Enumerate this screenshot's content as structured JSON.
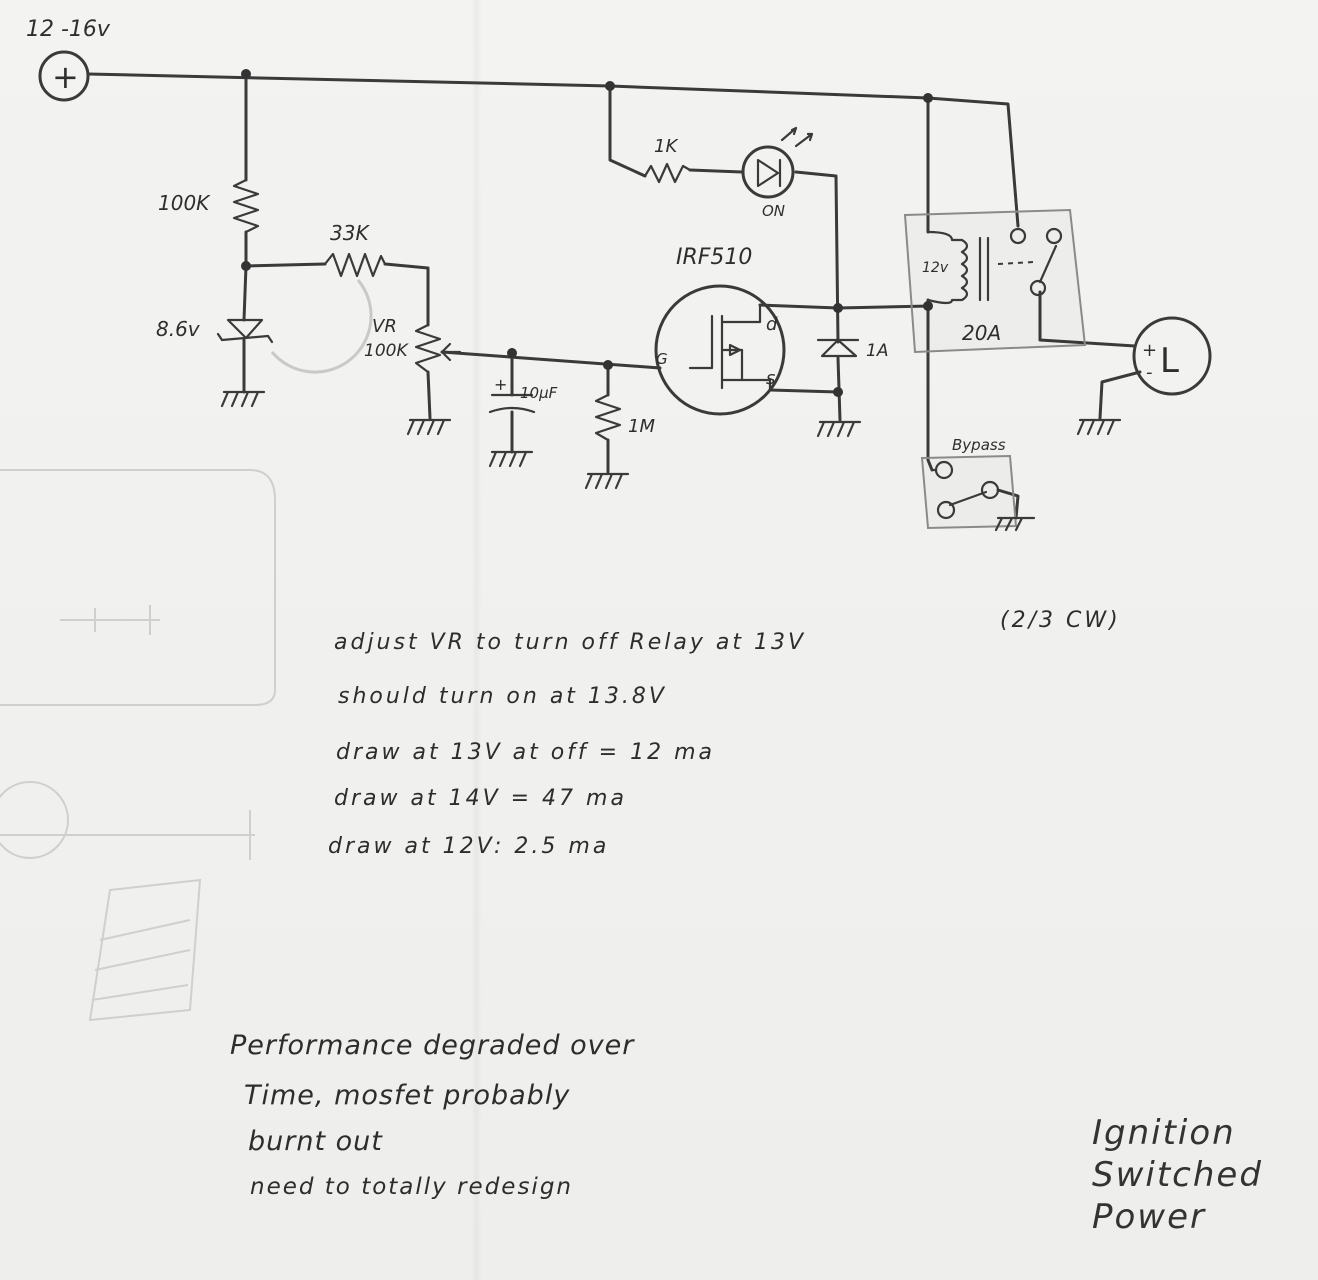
{
  "labels": {
    "supply": "12 -16v",
    "plus": "+",
    "r_100k": "100K",
    "r_33k": "33K",
    "zener": "8.6v",
    "vr_name": "VR",
    "vr_value": "100K",
    "cap_plus": "+",
    "cap_value": "10μF",
    "r_1m": "1M",
    "r_1k": "1K",
    "led_label": "ON",
    "mosfet": "IRF510",
    "gate": "G",
    "drain": "d",
    "source": "s",
    "diode_1a": "1A",
    "relay_coil": "12v",
    "relay_rating": "20A",
    "load_plus": "+",
    "load_minus": "-",
    "load_name": "L",
    "bypass": "Bypass"
  },
  "notes": {
    "line1": "adjust VR to turn off Relay at 13V",
    "line1_paren": "(2/3 CW)",
    "line2": "should turn on at 13.8V",
    "line3": "draw at 13V at off = 12 ma",
    "line4": "draw at 14V = 47 ma",
    "line5": "draw at 12V: 2.5 ma"
  },
  "remarks": {
    "line1": "Performance degraded over",
    "line2": "Time, mosfet probably",
    "line3": "burnt out",
    "line4": "need to totally redesign"
  },
  "title": {
    "line1": "Ignition",
    "line2": "Switched",
    "line3": "Power"
  }
}
